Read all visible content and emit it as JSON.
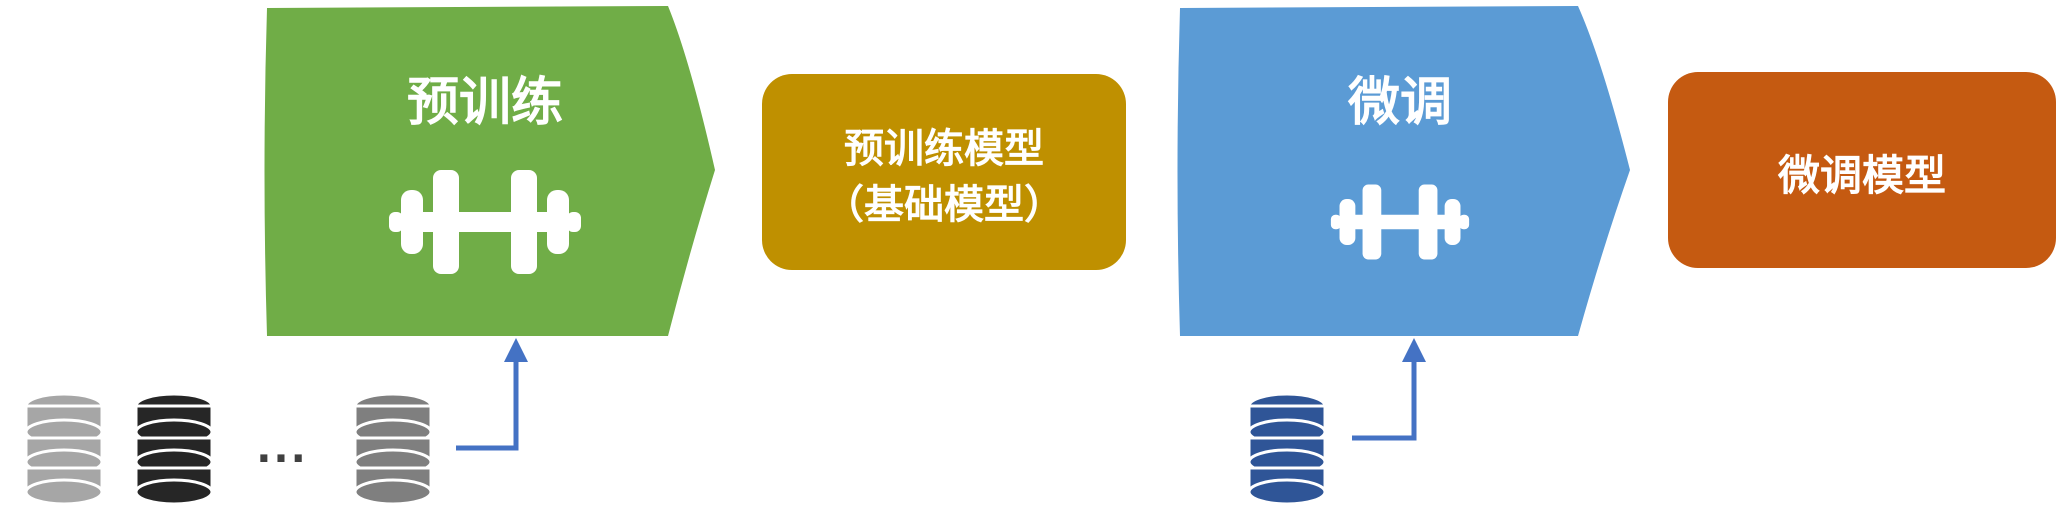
{
  "stages": {
    "pretrain": {
      "label": "预训练",
      "color": "#70ad47",
      "icon": "dumbbell-icon"
    },
    "pretrained_model": {
      "line1": "预训练模型",
      "line2": "（基础模型）",
      "color": "#bf9000"
    },
    "finetune": {
      "label": "微调",
      "color": "#5b9bd5",
      "icon": "dumbbell-icon"
    },
    "finetuned_model": {
      "label": "微调模型",
      "color": "#c55a11"
    }
  },
  "datasets": {
    "pretrain_group": {
      "icons": [
        "database-icon",
        "database-icon",
        "database-icon"
      ],
      "colors": [
        "#a6a6a6",
        "#262626",
        "#7f7f7f"
      ],
      "ellipsis": "..."
    },
    "finetune_group": {
      "icons": [
        "database-icon"
      ],
      "colors": [
        "#2f5597"
      ]
    }
  },
  "arrow_color": "#4472c4"
}
